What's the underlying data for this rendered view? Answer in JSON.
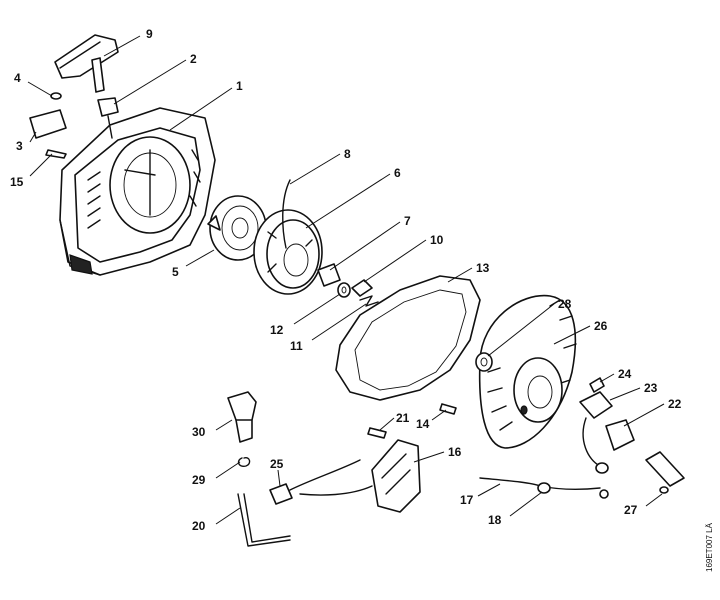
{
  "diagram": {
    "reference_code": "169ET007 LÄ",
    "callouts": [
      "9",
      "2",
      "1",
      "4",
      "3",
      "15",
      "8",
      "6",
      "5",
      "7",
      "10",
      "13",
      "12",
      "11",
      "28",
      "26",
      "24",
      "23",
      "22",
      "21",
      "14",
      "16",
      "30",
      "29",
      "25",
      "17",
      "18",
      "20",
      "27"
    ]
  }
}
